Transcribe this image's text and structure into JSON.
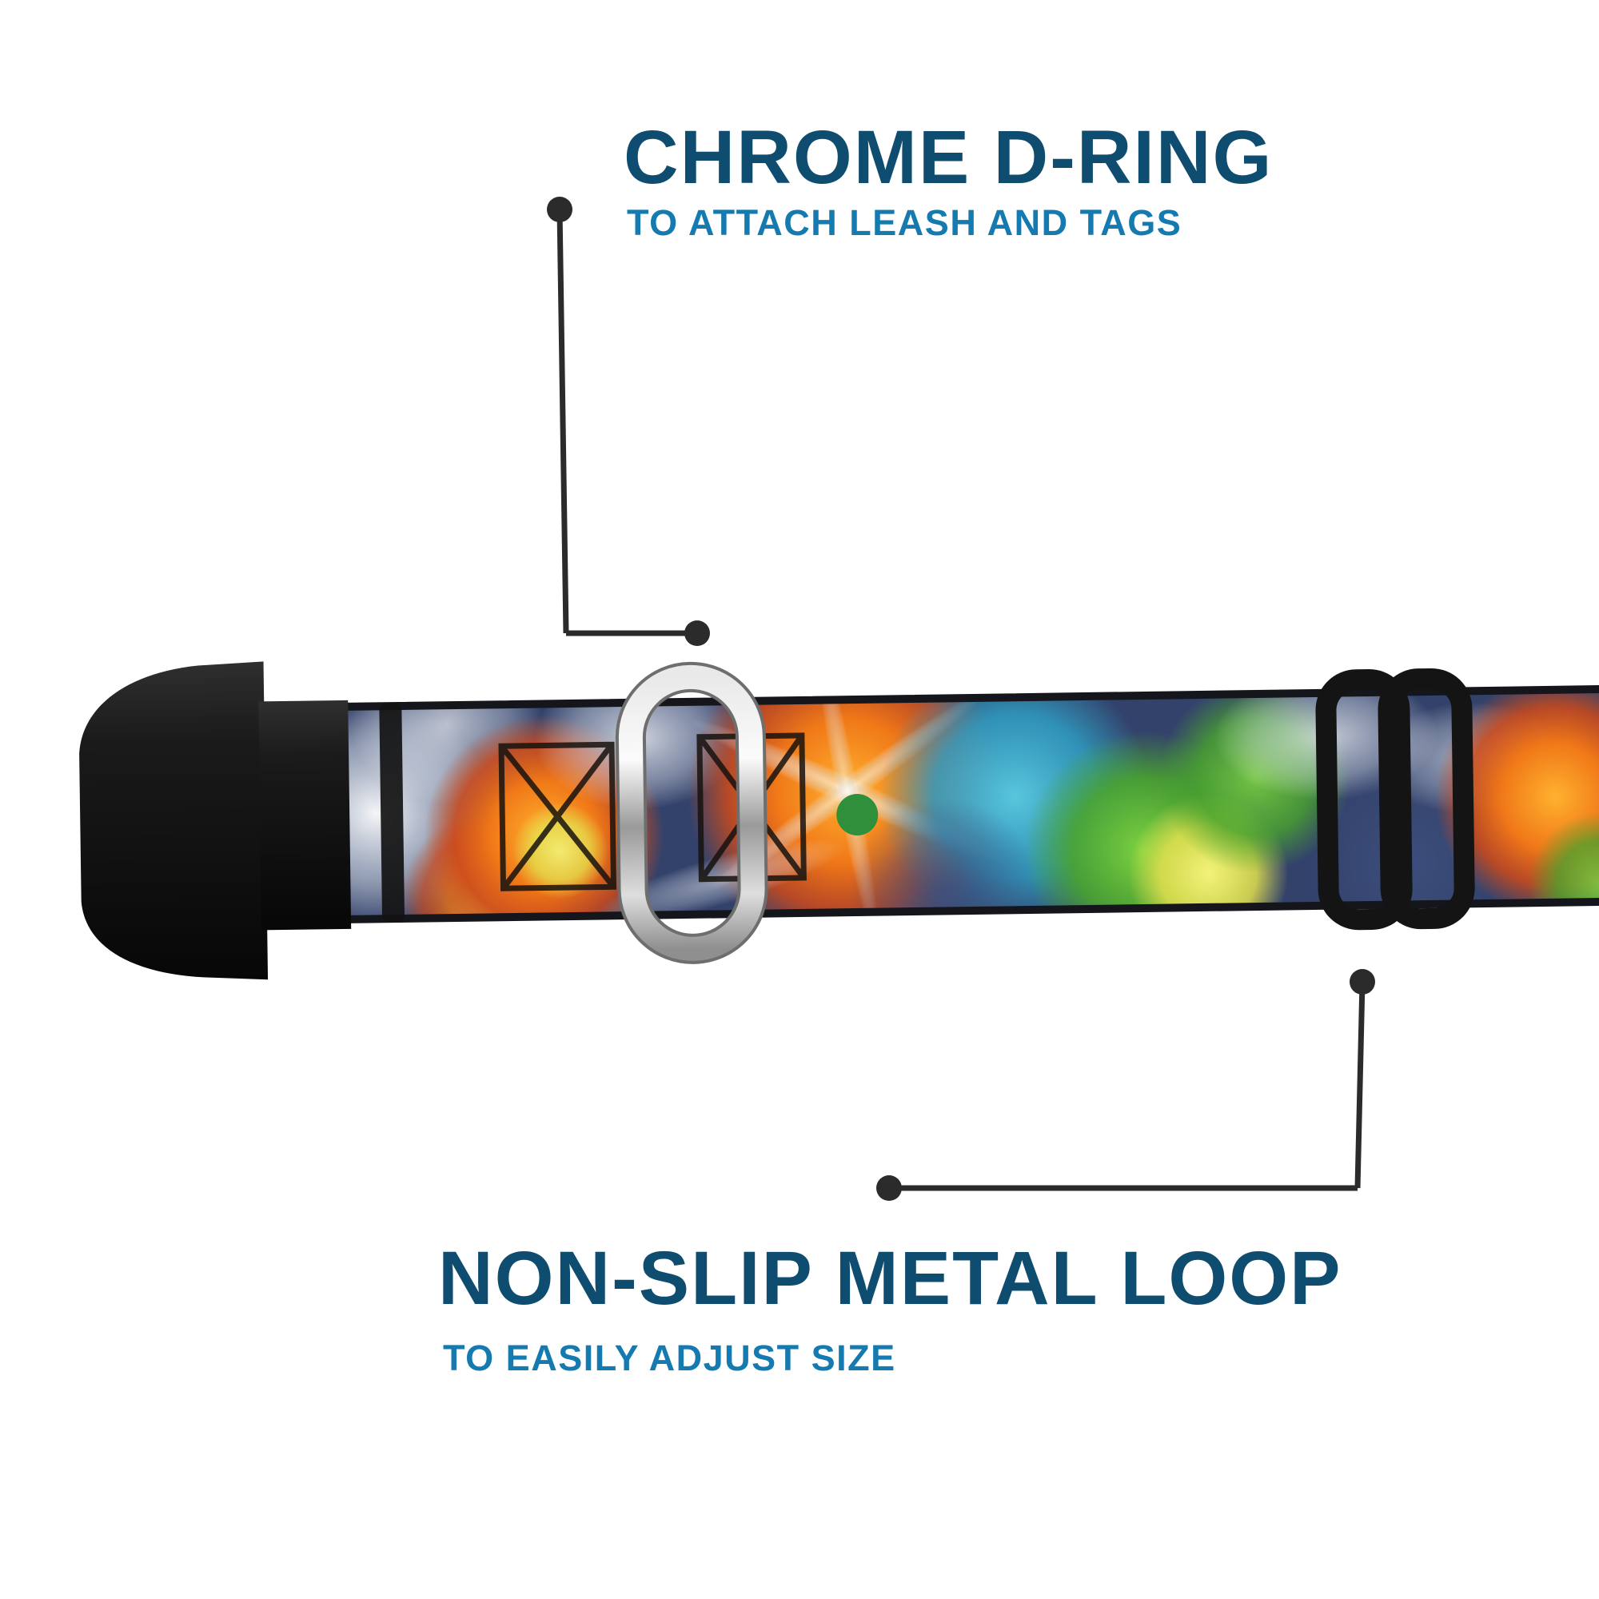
{
  "callouts": {
    "top": {
      "title": "CHROME D-RING",
      "subtitle": "TO ATTACH LEASH AND TAGS"
    },
    "bottom": {
      "title": "NON-SLIP METAL LOOP",
      "subtitle": "TO EASILY ADJUST SIZE"
    }
  },
  "colors": {
    "title_text": "#0f4d70",
    "subtitle_text": "#147ab0",
    "callout_line": "#2b2b2b",
    "background": "#ffffff",
    "buckle_black": "#141414",
    "chrome_light": "#f5f5f5",
    "chrome_dark": "#8f8f8f",
    "webbing_base": "#33426b"
  },
  "parts": {
    "buckle": "plastic-side-release-buckle",
    "d_ring": "chrome-d-ring",
    "slider": "non-slip-metal-loop",
    "webbing": "tie-dye-webbing"
  }
}
